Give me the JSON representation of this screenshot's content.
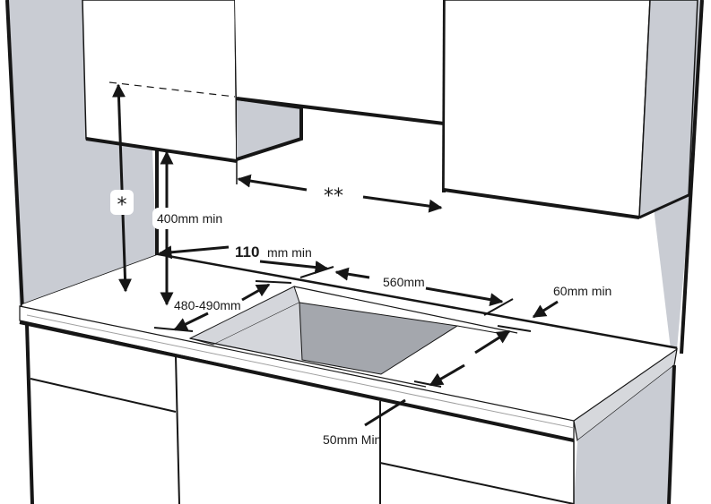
{
  "diagram": {
    "title": "Built-in hob installation clearances",
    "colors": {
      "wall_grey": "#c9ccd3",
      "cutout_light": "#d4d6db",
      "cutout_dark": "#a4a7ad",
      "line": "#161616",
      "background": "#ffffff"
    },
    "labels": {
      "single_star": "*",
      "double_star": "**",
      "hood_clearance": "400mm min",
      "rear_clearance_value": "110",
      "rear_clearance_unit": "mm min",
      "cutout_width": "560mm",
      "cutout_depth": "480-490mm",
      "side_clearance": "60mm min",
      "front_clearance": "50mm Min"
    }
  }
}
